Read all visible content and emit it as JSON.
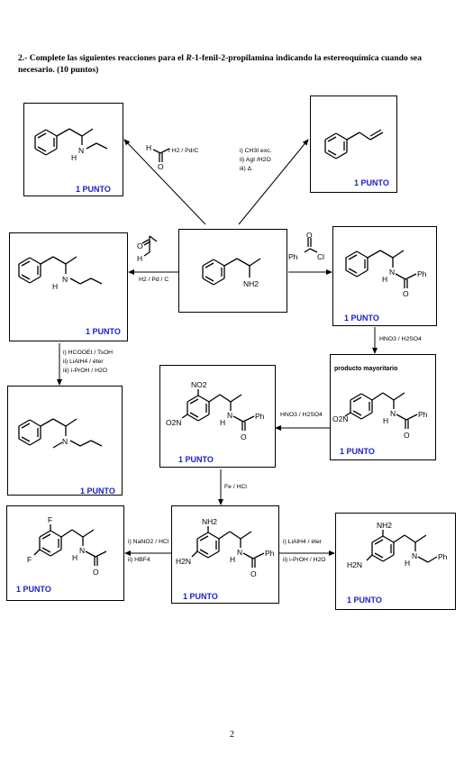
{
  "question": {
    "number": "2.-",
    "text_before": "Complete las siguientes reacciones para el",
    "compound_italic": "R",
    "compound": "-1-fenil-2-propilamina indicando la estereoquímica cuando sea necesario. (10 puntos)"
  },
  "points_label": "1 PUNTO",
  "labels": {
    "major_product": "producto mayoritario"
  },
  "conditions": {
    "to_ethylamine": [
      "/ H2 / Pd/C"
    ],
    "to_alkene": [
      "i) CH3I exc.",
      "ii) AgI /H2O",
      "iii) Δ"
    ],
    "to_propylamine_top": "H",
    "to_propylamine_bottom": "H2 / Pd / C",
    "to_benzamide": [
      "Ph",
      "Cl"
    ],
    "nitration_1": "HNO3 / H2SO4",
    "methylation": [
      "i) HCOOEt / TsOH",
      "ii) LiAlH4 / éter",
      "iii) i-PrOH / H2O"
    ],
    "nitration_2": "HNO3 / H2SO4",
    "reduction_fe": "Fe / HCl",
    "diazotization": [
      "i) NaNO2 / HCl",
      "ii) HBF4"
    ],
    "amide_reduction": [
      "i) LiAlH4 / éter",
      "ii) i-PrOH / H2O"
    ]
  },
  "atom_labels": {
    "H": "H",
    "N": "N",
    "O": "O",
    "NH2": "NH2",
    "NO2": "NO2",
    "O2N": "O2N",
    "H2N": "H2N",
    "F": "F",
    "Ph": "Ph",
    "Cl": "Cl"
  },
  "page_number": "2"
}
